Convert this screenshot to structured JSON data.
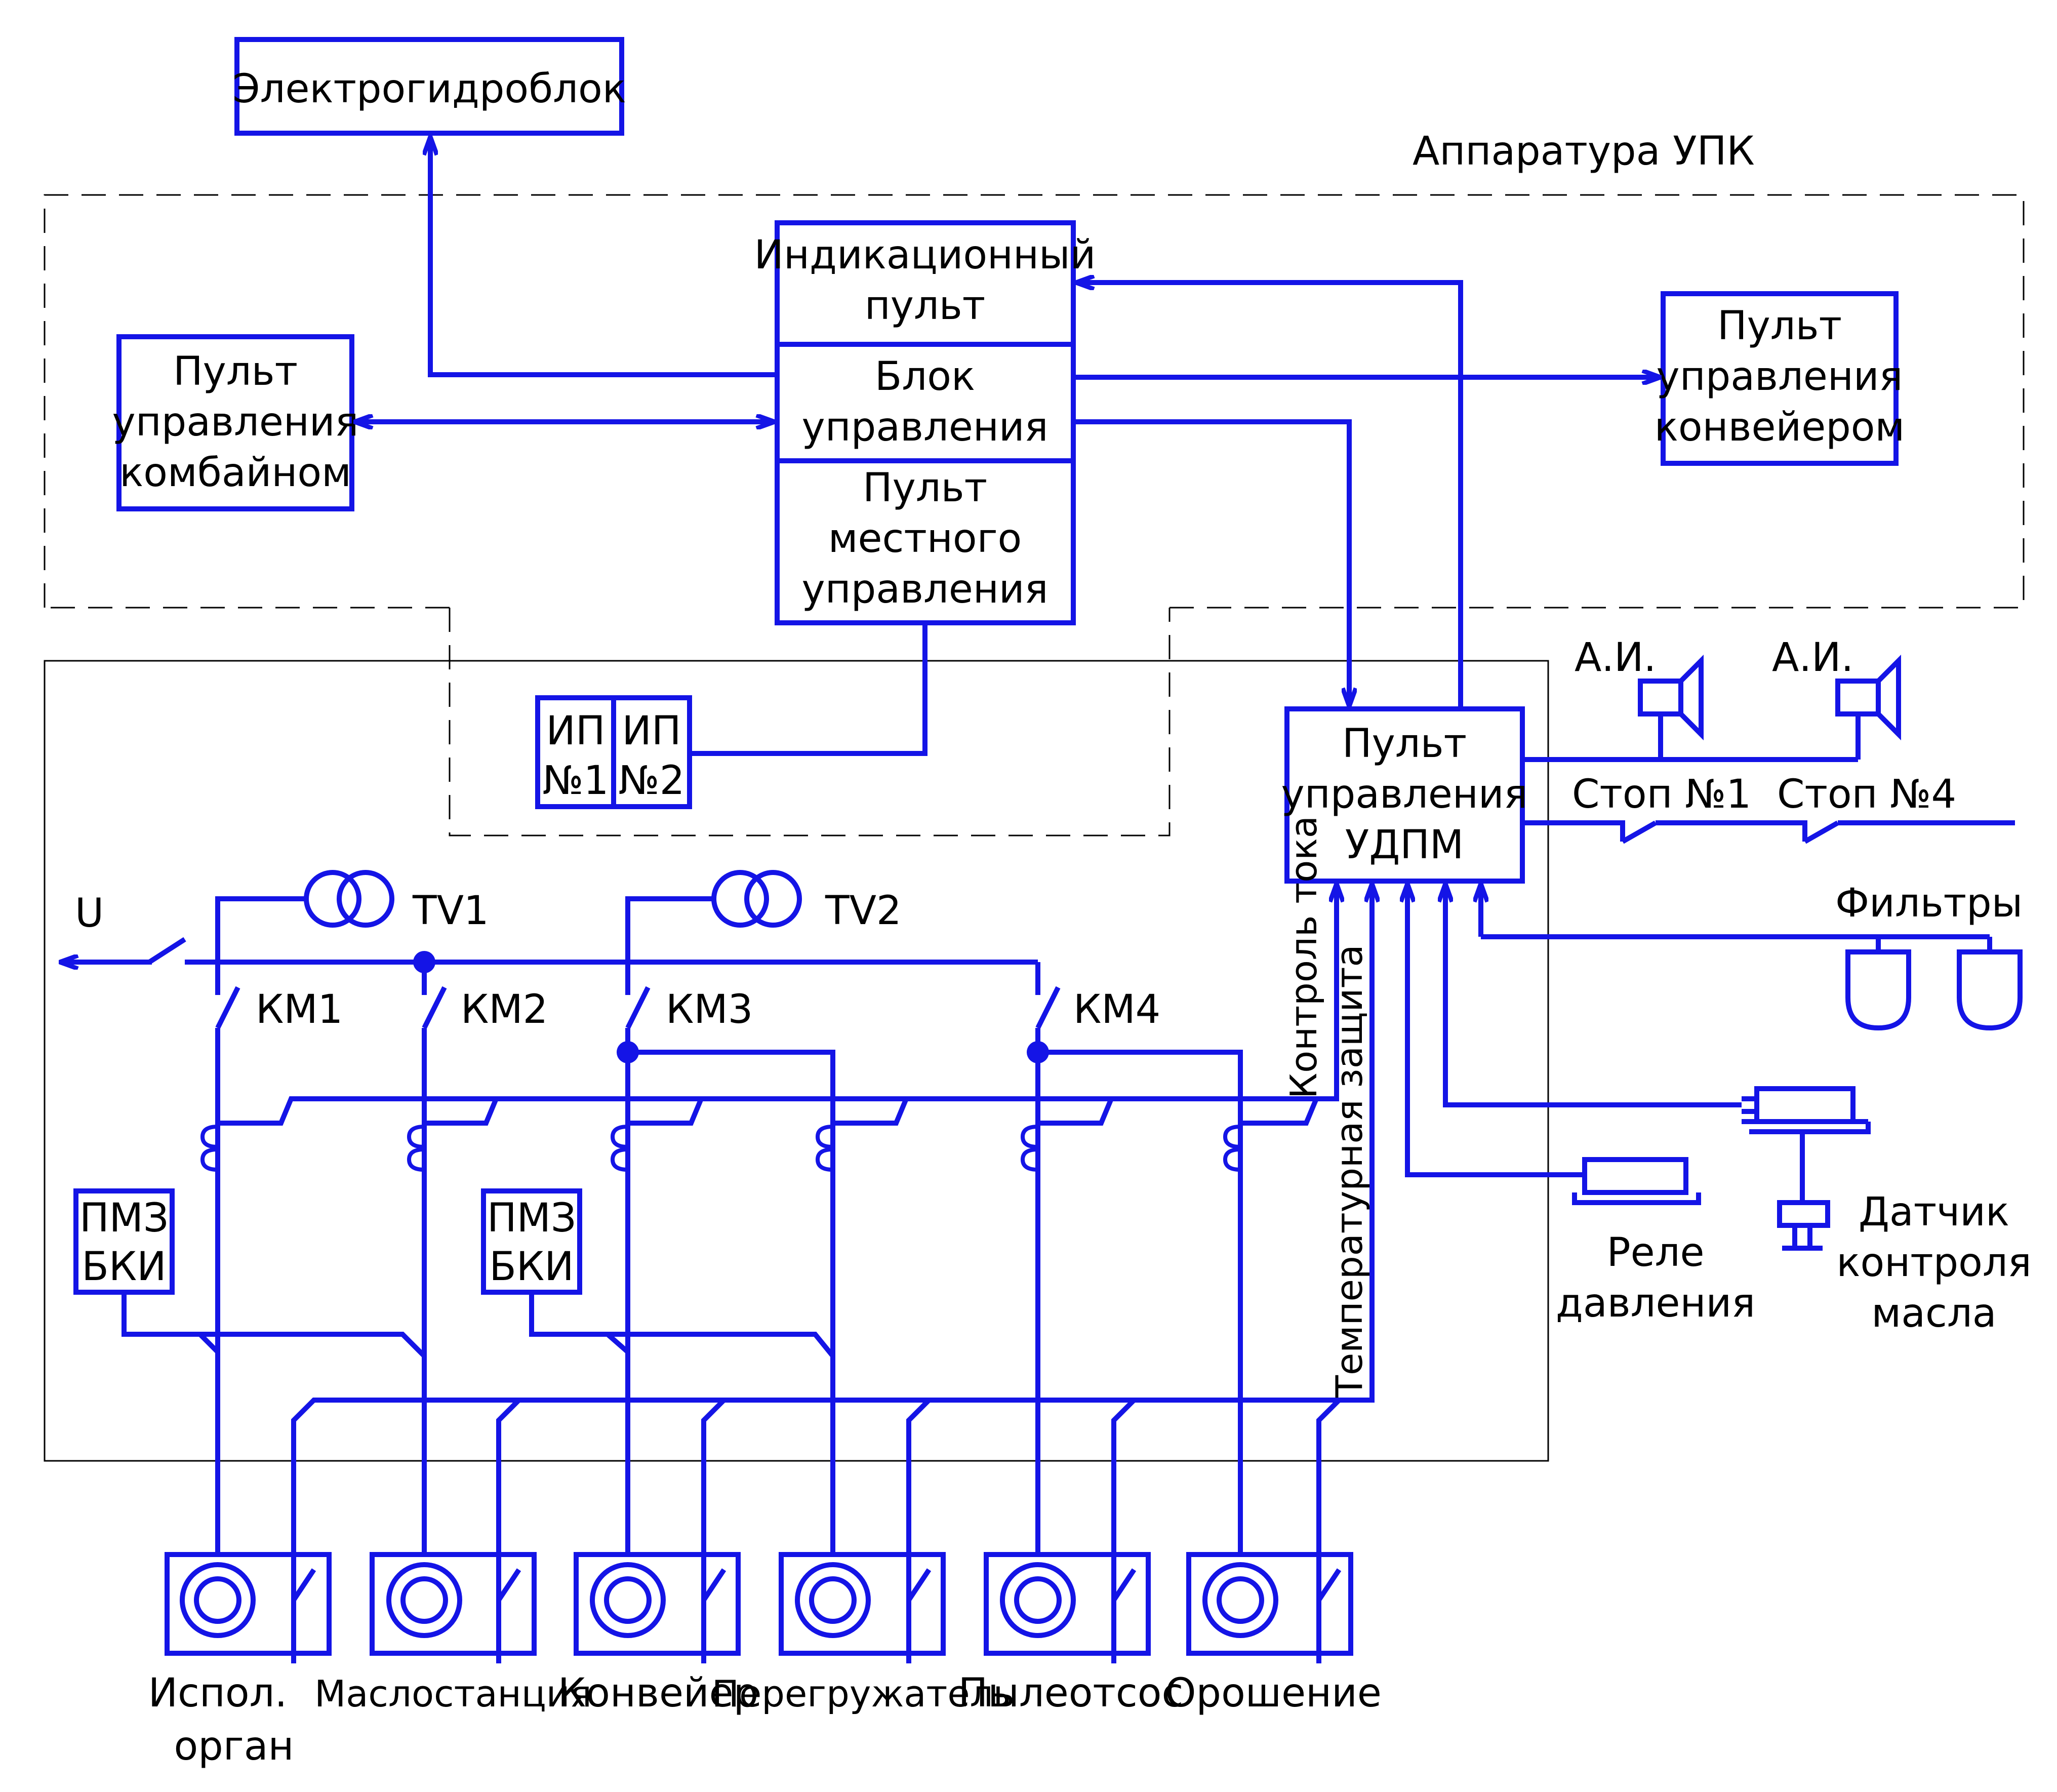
{
  "title": "Аппаратура УПК",
  "blocks": {
    "electrohydro": "Электрогидроблок",
    "indication_1": "Индикационный",
    "indication_2": "пульт",
    "control_block_1": "Блок",
    "control_block_2": "управления",
    "local_panel_1": "Пульт",
    "local_panel_2": "местного",
    "local_panel_3": "управления",
    "combine_panel_1": "Пульт",
    "combine_panel_2": "управления",
    "combine_panel_3": "комбайном",
    "conveyor_panel_1": "Пульт",
    "conveyor_panel_2": "управления",
    "conveyor_panel_3": "конвейером",
    "udpm_panel_1": "Пульт",
    "udpm_panel_2": "управления",
    "udpm_panel_3": "УДПМ",
    "ip1_1": "ИП",
    "ip1_2": "№1",
    "ip2_1": "ИП",
    "ip2_2": "№2",
    "pmz1_1": "ПМЗ",
    "pmz1_2": "БКИ",
    "pmz2_1": "ПМЗ",
    "pmz2_2": "БКИ"
  },
  "labels": {
    "u": "U",
    "tv1": "TV1",
    "tv2": "TV2",
    "km1": "КМ1",
    "km2": "КМ2",
    "km3": "КМ3",
    "km4": "КМ4",
    "current_control": "Контроль тока",
    "temp_protection": "Температурная защита",
    "ai1": "А.И.",
    "ai2": "А.И.",
    "stop1": "Стоп №1",
    "stop4": "Стоп №4",
    "filters": "Фильтры",
    "pressure_relay_1": "Реле",
    "pressure_relay_2": "давления",
    "oil_sensor_1": "Датчик",
    "oil_sensor_2": "контроля",
    "oil_sensor_3": "масла"
  },
  "motors": [
    {
      "label_1": "Испол.",
      "label_2": "орган"
    },
    {
      "label_1": "Маслостанция",
      "label_2": ""
    },
    {
      "label_1": "Конвейер",
      "label_2": ""
    },
    {
      "label_1": "Перегружатель",
      "label_2": ""
    },
    {
      "label_1": "Пылеотсос",
      "label_2": ""
    },
    {
      "label_1": "Орошение",
      "label_2": ""
    }
  ],
  "colors": {
    "line": "#1414e6",
    "frame": "#000000",
    "background": "#ffffff"
  }
}
